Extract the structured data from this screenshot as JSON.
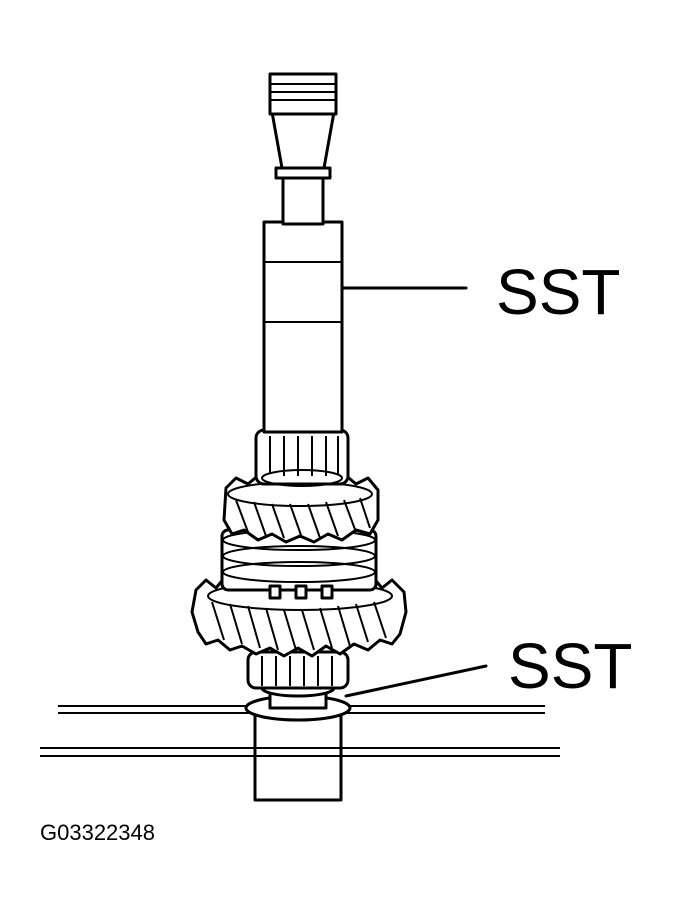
{
  "diagram": {
    "callouts": [
      {
        "id": "upper",
        "label": "SST"
      },
      {
        "id": "lower",
        "label": "SST"
      }
    ],
    "figure_code": "G03322348",
    "colors": {
      "ink": "#000000",
      "paper": "#ffffff"
    }
  }
}
